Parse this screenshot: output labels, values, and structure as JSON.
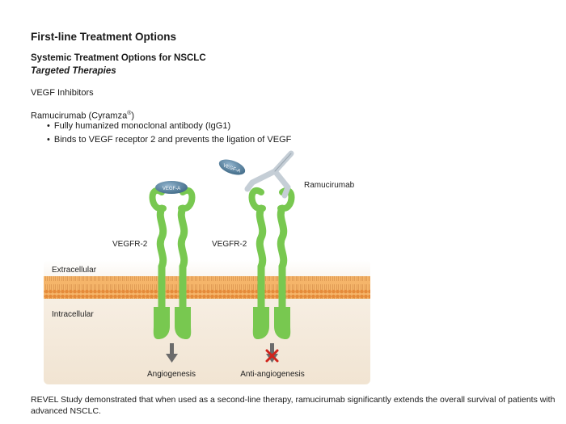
{
  "title": "First-line Treatment Options",
  "subtitle": "Systemic Treatment Options for NSCLC",
  "section": "Targeted Therapies",
  "category": "VEGF Inhibitors",
  "drug": {
    "name": "Ramucirumab (Cyramza",
    "reg_mark": "®",
    "close": ")"
  },
  "bullets": [
    "Fully humanized monoclonal antibody (IgG1)",
    "Binds to VEGF receptor 2 and prevents the ligation of VEGF"
  ],
  "diagram": {
    "label_extracellular": "Extracellular",
    "label_intracellular": "Intracellular",
    "receptor_left_label": "VEGFR-2",
    "receptor_right_label": "VEGFR-2",
    "ligand_left": "VEGF-A",
    "ligand_free": "VEGF-A",
    "antibody_label": "Ramucirumab",
    "outcome_left": "Angiogenesis",
    "outcome_right": "Anti-angiogenesis",
    "colors": {
      "receptor": "#78c850",
      "receptor_dark": "#3f8f2a",
      "membrane": "#f0a24c",
      "membrane_dark": "#d98a3a",
      "panel": "#f6ede0",
      "ligand": "#4e7c9e",
      "antibody": "#c5ced6",
      "arrow": "#6b6b6b",
      "block": "#d0241c"
    }
  },
  "footer": "REVEL Study demonstrated that when used as a second-line therapy, ramucirumab significantly extends the overall survival of patients with advanced NSCLC."
}
